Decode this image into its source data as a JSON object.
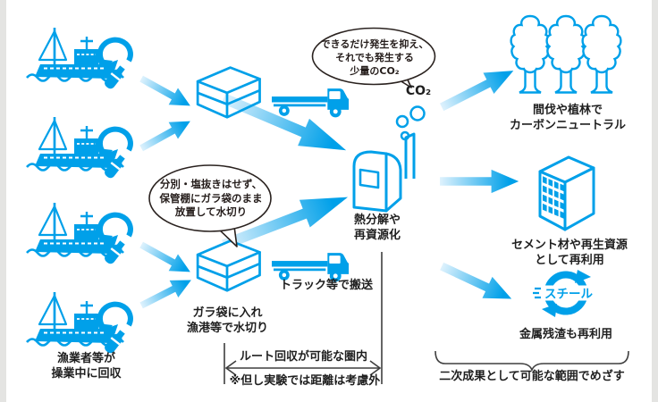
{
  "colors": {
    "primary_blue": "#00a0e9",
    "gradient_light": "#dff2fd",
    "text_ink": "#1f1f1f",
    "bubble_outline": "#2a221f",
    "bracket_gray": "#3f3f3f",
    "edge_gray": "#e4e4e2"
  },
  "icons": {
    "boat": "fishing-boat-recycle-icon",
    "rack": "storage-rack-icon",
    "truck": "flatbed-truck-icon",
    "plant": "pyrolysis-plant-icon",
    "co2_bubbles": "co2-bubbles-icon",
    "forest": "forest-trees-icon",
    "building": "cement-building-icon",
    "steel": "steel-recycle-mark-icon"
  },
  "bubble_co2": {
    "line1": "できるだけ発生を抑え、",
    "line2": "それでも発生する",
    "line3": "少量のCO₂"
  },
  "bubble_storage": {
    "line1": "分別・塩抜きはせず、",
    "line2": "保管棚にガラ袋のまま",
    "line3": "放置して水切り"
  },
  "labels": {
    "co2": "CO₂",
    "pyrolysis1": "熱分解や",
    "pyrolysis2": "再資源化",
    "truck": "トラック等で搬送",
    "bag1": "ガラ袋に入れ",
    "bag2": "漁港等で水切り",
    "fishermen1": "漁業者等が",
    "fishermen2": "操業中に回収",
    "trees1": "間伐や植林で",
    "trees2": "カーボンニュートラル",
    "cement1": "セメント材や再生資源",
    "cement2": "として再利用",
    "metal": "金属残渣も再利用",
    "route": "ルート回収が可能な圏内",
    "route_note": "※但し実験では距離は考慮外",
    "secondary": "二次成果として可能な範囲でめざす",
    "steel": "スチール"
  }
}
